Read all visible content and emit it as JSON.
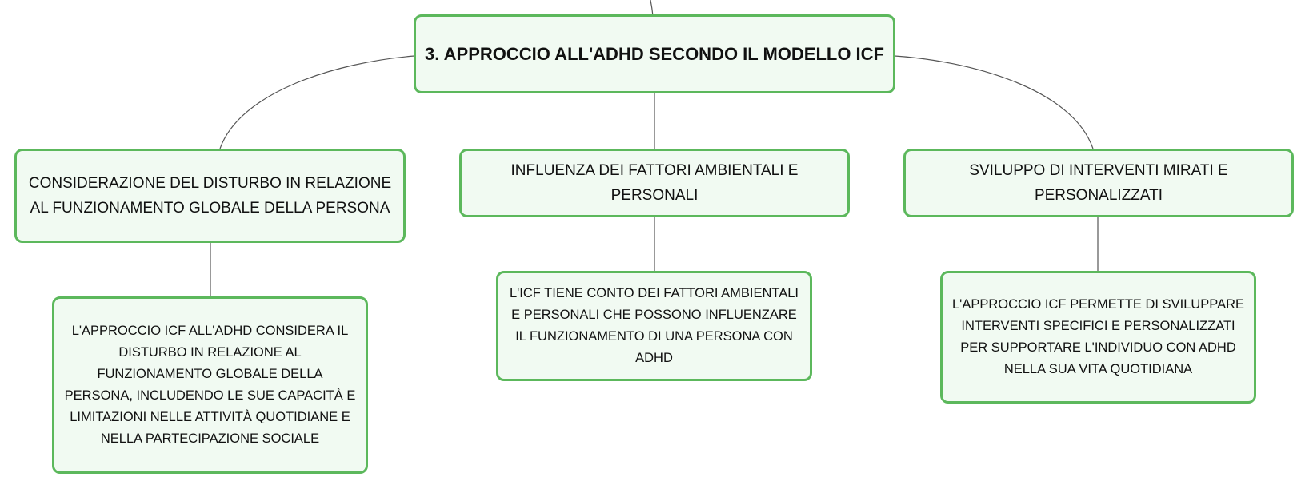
{
  "root": {
    "title": "3. APPROCCIO ALL'ADHD SECONDO IL MODELLO ICF"
  },
  "branches": [
    {
      "label": "CONSIDERAZIONE DEL DISTURBO IN RELAZIONE AL FUNZIONAMENTO GLOBALE DELLA PERSONA",
      "detail": "L'APPROCCIO ICF ALL'ADHD CONSIDERA IL DISTURBO IN RELAZIONE AL FUNZIONAMENTO GLOBALE DELLA PERSONA, INCLUDENDO LE SUE CAPACITÀ E LIMITAZIONI NELLE ATTIVITÀ QUOTIDIANE E NELLA PARTECIPAZIONE SOCIALE"
    },
    {
      "label": "INFLUENZA DEI FATTORI AMBIENTALI E PERSONALI",
      "detail": "L'ICF TIENE CONTO DEI FATTORI AMBIENTALI E PERSONALI CHE POSSONO INFLUENZARE IL FUNZIONAMENTO DI UNA PERSONA CON ADHD"
    },
    {
      "label": "SVILUPPO DI INTERVENTI MIRATI E PERSONALIZZATI",
      "detail": "L'APPROCCIO ICF PERMETTE DI SVILUPPARE INTERVENTI SPECIFICI E PERSONALIZZATI PER SUPPORTARE L'INDIVIDUO CON ADHD NELLA SUA VITA QUOTIDIANA"
    }
  ],
  "colors": {
    "node_border": "#5cb85c",
    "node_fill": "#f1faf2",
    "connector": "#555555"
  }
}
